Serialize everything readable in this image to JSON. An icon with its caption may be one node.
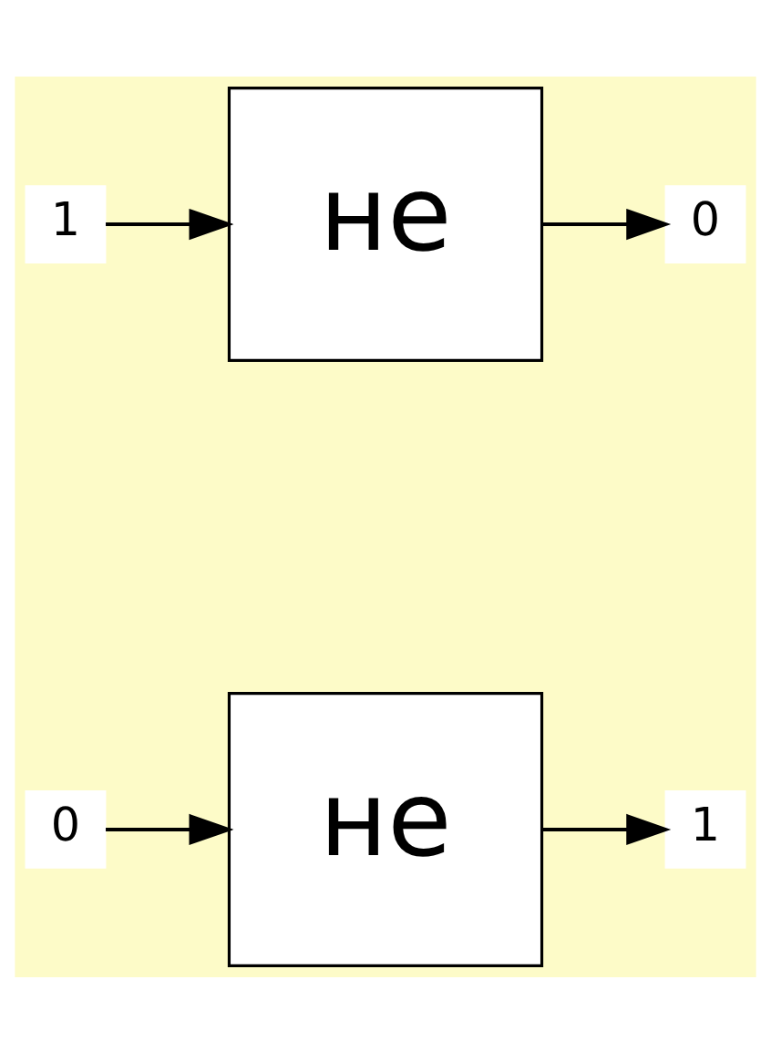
{
  "diagram": {
    "nodes": [
      {
        "text": [
          "0"
        ]
      },
      {
        "text": [
          "не"
        ]
      },
      {
        "text": [
          "1"
        ]
      },
      {
        "text": [
          "1"
        ]
      },
      {
        "text": [
          "не"
        ]
      },
      {
        "text": [
          "0"
        ]
      }
    ],
    "edges": [
      {
        "from": 0,
        "to": 1,
        "arrow": "to"
      },
      {
        "from": 1,
        "to": 2,
        "arrow": "to"
      },
      {
        "from": 3,
        "to": 4,
        "arrow": "to"
      },
      {
        "from": 4,
        "to": 5,
        "arrow": "to"
      }
    ]
  }
}
